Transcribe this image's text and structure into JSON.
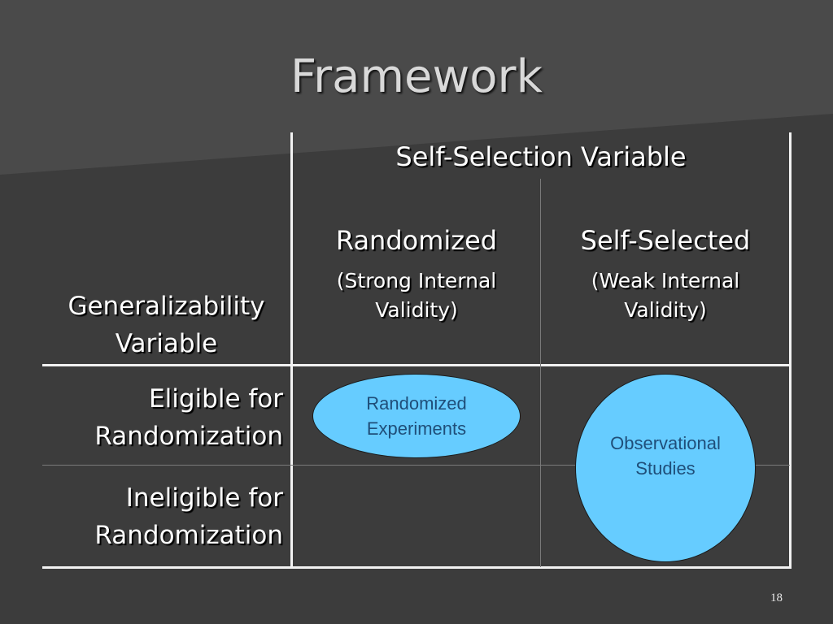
{
  "slide": {
    "title": "Framework",
    "page_number": "18"
  },
  "table": {
    "top_header": "Self-Selection Variable",
    "row_header": [
      "Generalizability",
      "Variable"
    ],
    "columns": [
      {
        "label": "Randomized",
        "sub": [
          "(Strong Internal",
          "Validity)"
        ]
      },
      {
        "label": "Self-Selected",
        "sub": [
          "(Weak Internal",
          "Validity)"
        ]
      }
    ],
    "rows": [
      [
        "Eligible for",
        "Randomization"
      ],
      [
        "Ineligible for",
        "Randomization"
      ]
    ]
  },
  "shapes": {
    "randomized_experiments": [
      "Randomized",
      "Experiments"
    ],
    "observational_studies": [
      "Observational",
      "Studies"
    ]
  },
  "colors": {
    "background": "#3c3c3c",
    "shape_fill": "#66ccff",
    "shape_text": "#1f4e79"
  }
}
